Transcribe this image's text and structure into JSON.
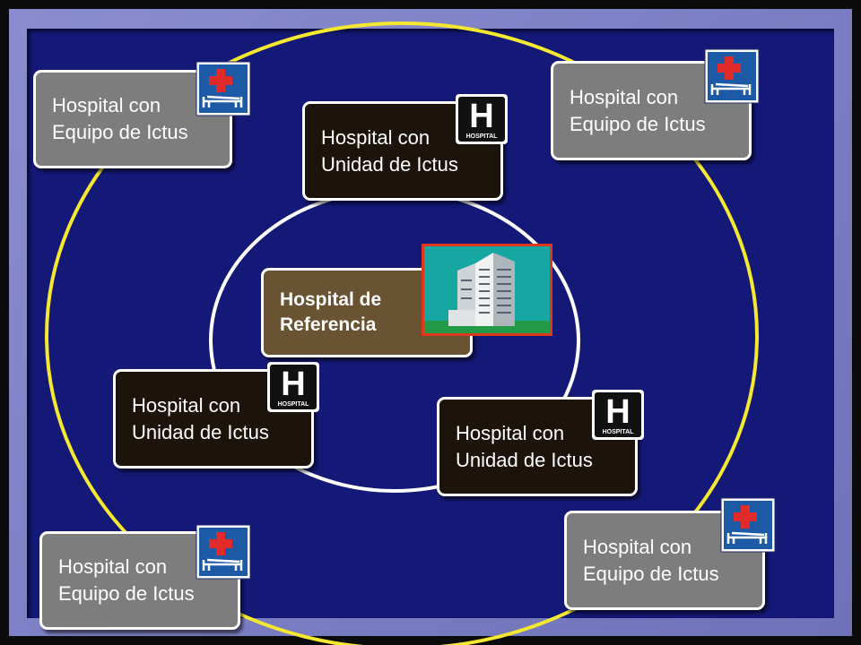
{
  "diagram": {
    "center": {
      "line1": "Hospital de",
      "line2": "Referencia",
      "icon": "hospital-building-icon"
    },
    "inner_ring": [
      {
        "line1": "Hospital con",
        "line2": "Unidad de Ictus",
        "icon": "hospital-h-sign-icon",
        "sign_letter": "H",
        "sign_text": "HOSPITAL"
      },
      {
        "line1": "Hospital con",
        "line2": "Unidad de Ictus",
        "icon": "hospital-h-sign-icon",
        "sign_letter": "H",
        "sign_text": "HOSPITAL"
      },
      {
        "line1": "Hospital con",
        "line2": "Unidad de Ictus",
        "icon": "hospital-h-sign-icon",
        "sign_letter": "H",
        "sign_text": "HOSPITAL"
      }
    ],
    "outer_ring": [
      {
        "line1": "Hospital con",
        "line2": "Equipo de Ictus",
        "icon": "medical-bed-sign-icon"
      },
      {
        "line1": "Hospital con",
        "line2": "Equipo de Ictus",
        "icon": "medical-bed-sign-icon"
      },
      {
        "line1": "Hospital con",
        "line2": "Equipo de Ictus",
        "icon": "medical-bed-sign-icon"
      },
      {
        "line1": "Hospital con",
        "line2": "Equipo de Ictus",
        "icon": "medical-bed-sign-icon"
      }
    ],
    "colors": {
      "background": "#141876",
      "outer_ring": "#f5e830",
      "inner_ring": "#ffffff",
      "team_box": "#7d7d7d",
      "unit_box": "#1c140b",
      "reference_box": "#6a5332"
    }
  }
}
